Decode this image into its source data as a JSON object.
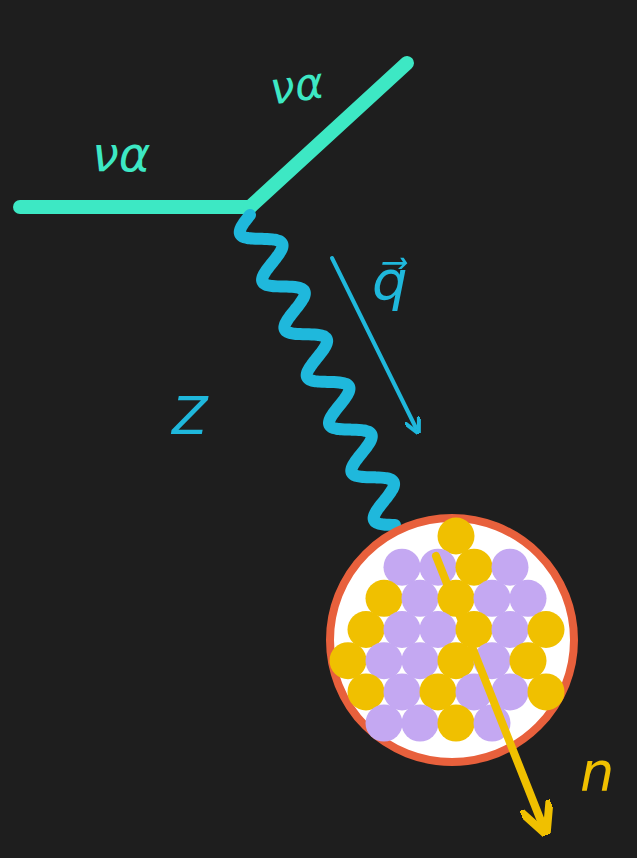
{
  "diagram": {
    "labels": [
      "να",
      "να",
      "q⃗",
      "Z",
      "n"
    ]
  }
}
